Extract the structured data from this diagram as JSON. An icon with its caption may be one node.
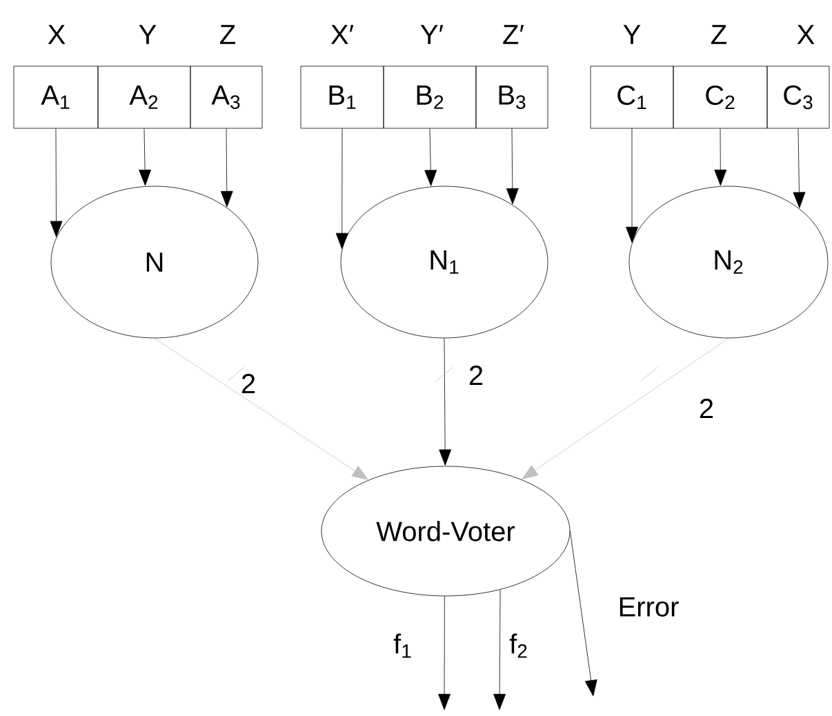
{
  "diagram": {
    "nodes": [
      {
        "text": [
          "A$_{1}$"
        ]
      },
      {
        "text": [
          "A$_{2}$"
        ]
      },
      {
        "text": [
          "A$_{3}$"
        ]
      },
      {
        "text": [
          "B$_{1}$"
        ]
      },
      {
        "text": [
          "B$_{2}$"
        ]
      },
      {
        "text": [
          "B$_{3}$"
        ]
      },
      {
        "text": [
          "C$_{1}$"
        ]
      },
      {
        "text": [
          "C$_{2}$"
        ]
      },
      {
        "text": [
          "C$_{3}$"
        ]
      },
      {
        "text": [
          "N"
        ]
      },
      {
        "text": [
          "N$_{1}$"
        ]
      },
      {
        "text": [
          "N$_{2}$"
        ]
      },
      {
        "text": [
          "Word-Voter"
        ]
      }
    ],
    "edges": [
      {
        "from": 0,
        "to": 9,
        "arrow": "to"
      },
      {
        "from": 1,
        "to": 9,
        "arrow": "to"
      },
      {
        "from": 2,
        "to": 9,
        "arrow": "to"
      },
      {
        "from": 3,
        "to": 10,
        "arrow": "to"
      },
      {
        "from": 4,
        "to": 10,
        "arrow": "to"
      },
      {
        "from": 5,
        "to": 10,
        "arrow": "to"
      },
      {
        "from": 6,
        "to": 11,
        "arrow": "to"
      },
      {
        "from": 7,
        "to": 11,
        "arrow": "to"
      },
      {
        "from": 8,
        "to": 11,
        "arrow": "to"
      },
      {
        "from": 9,
        "to": 12,
        "arrow": "to",
        "label": "2",
        "color": "#c0c0c0"
      },
      {
        "from": 10,
        "to": 12,
        "arrow": "to",
        "label": "2"
      },
      {
        "from": 11,
        "to": 12,
        "arrow": "to",
        "label": "2",
        "color": "#c0c0c0"
      },
      {
        "from": 12,
        "to": null,
        "arrow": "to",
        "label": "f$_{1}$"
      },
      {
        "from": 12,
        "to": null,
        "arrow": "to",
        "label": "f$_{2}$"
      },
      {
        "from": 12,
        "to": null,
        "arrow": "to",
        "label": "Error"
      }
    ],
    "labels": [
      "X",
      "Y",
      "Z",
      "X′",
      "Y′",
      "Z′",
      "Y",
      "Z",
      "X"
    ]
  }
}
